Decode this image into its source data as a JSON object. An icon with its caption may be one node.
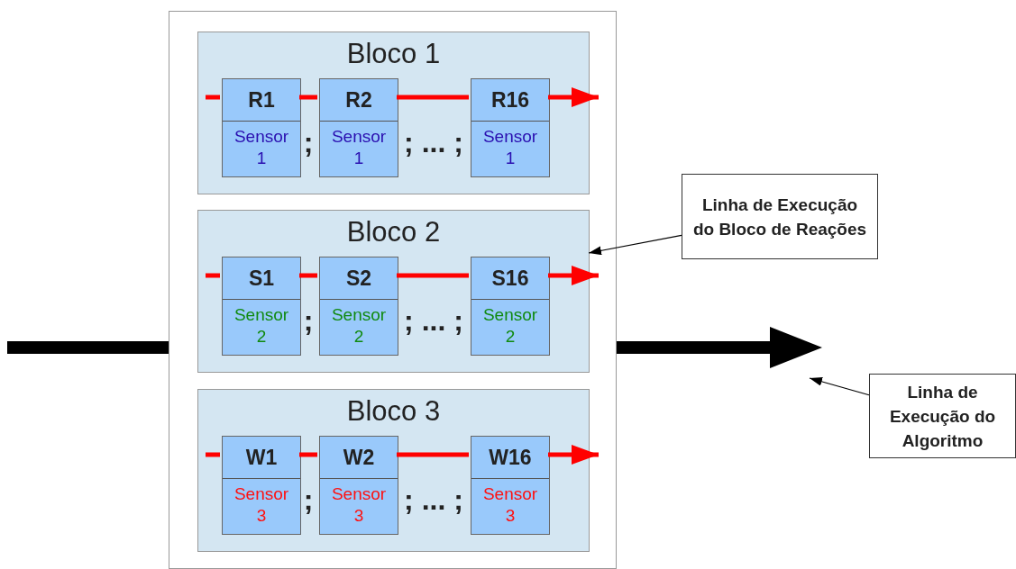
{
  "diagram": {
    "nodes": [
      {
        "text": [],
        "shape": "box"
      },
      {
        "text": [
          "Bloco 1"
        ],
        "in": 0
      },
      {
        "text": [
          "R1",
          "Sensor 1"
        ],
        "in": 1
      },
      {
        "text": [
          "R2",
          "Sensor 1"
        ],
        "in": 1
      },
      {
        "text": [
          "R16",
          "Sensor 1"
        ],
        "in": 1
      },
      {
        "text": [
          "Bloco 2"
        ],
        "in": 0
      },
      {
        "text": [
          "S1",
          "Sensor 2"
        ],
        "in": 5
      },
      {
        "text": [
          "S2",
          "Sensor 2"
        ],
        "in": 5
      },
      {
        "text": [
          "S16",
          "Sensor 2"
        ],
        "in": 5
      },
      {
        "text": [
          "Bloco 3"
        ],
        "in": 0
      },
      {
        "text": [
          "W1",
          "Sensor 3"
        ],
        "in": 9
      },
      {
        "text": [
          "W2",
          "Sensor 3"
        ],
        "in": 9
      },
      {
        "text": [
          "W16",
          "Sensor 3"
        ],
        "in": 9
      },
      {
        "text": [
          "Linha de Execução do Bloco de Reações"
        ]
      },
      {
        "text": [
          "Linha de Execução do Algoritmo"
        ]
      }
    ],
    "edges": [
      {
        "from": null,
        "to": 2,
        "arrow": "none"
      },
      {
        "from": 2,
        "to": 3,
        "arrow": "none"
      },
      {
        "from": 3,
        "to": 4,
        "arrow": "none"
      },
      {
        "from": 4,
        "to": null,
        "arrow": "to"
      },
      {
        "from": null,
        "to": 6,
        "arrow": "none"
      },
      {
        "from": 6,
        "to": 7,
        "arrow": "none"
      },
      {
        "from": 7,
        "to": 8,
        "arrow": "none"
      },
      {
        "from": 8,
        "to": null,
        "arrow": "to"
      },
      {
        "from": null,
        "to": 10,
        "arrow": "none"
      },
      {
        "from": 10,
        "to": 11,
        "arrow": "none"
      },
      {
        "from": 11,
        "to": 12,
        "arrow": "none"
      },
      {
        "from": 12,
        "to": null,
        "arrow": "to"
      },
      {
        "from": null,
        "to": 0,
        "arrow": "none",
        "style": "thick",
        "color": "#000000"
      },
      {
        "from": 0,
        "to": null,
        "arrow": "to",
        "style": "thick",
        "color": "#000000"
      },
      {
        "from": 13,
        "to": 5,
        "arrow": "to",
        "color": "#000000"
      },
      {
        "from": 14,
        "to": null,
        "arrow": "to",
        "color": "#000000"
      }
    ],
    "labels": [
      ";",
      "; ... ;",
      ";",
      "; ... ;",
      ";",
      "; ... ;"
    ]
  }
}
